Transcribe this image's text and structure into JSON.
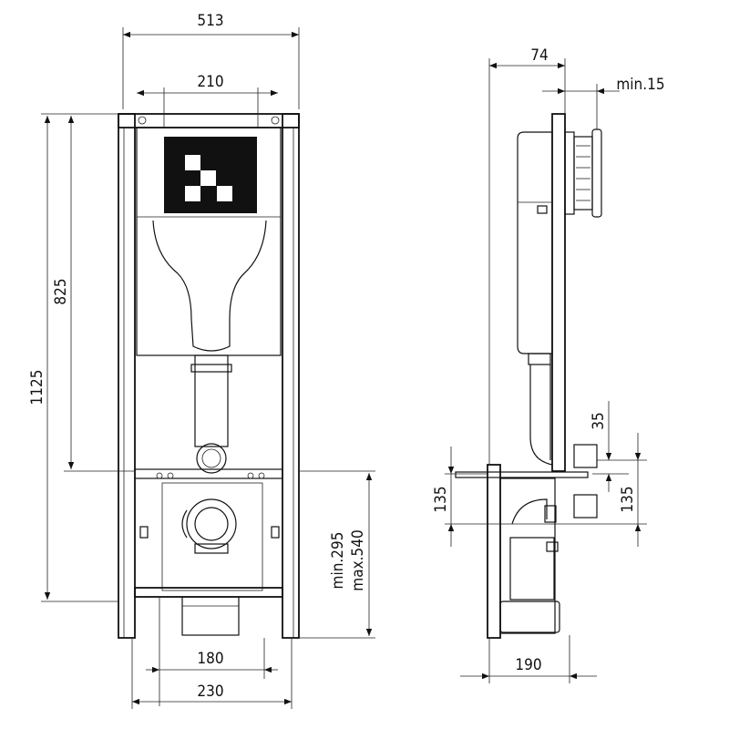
{
  "title": "Installation frame dimension drawing",
  "front_view": {
    "overall_width": "513",
    "button_width": "210",
    "height_to_crossbar": "825",
    "total_height": "1125",
    "height_min": "min.295",
    "height_max": "max.540",
    "stud_spacing": "180",
    "foot_spacing": "230"
  },
  "side_view": {
    "depth_to_plate": "74",
    "button_projection": "min.15",
    "offset_small": "35",
    "offset_left": "135",
    "offset_right": "135",
    "base_depth": "190"
  }
}
